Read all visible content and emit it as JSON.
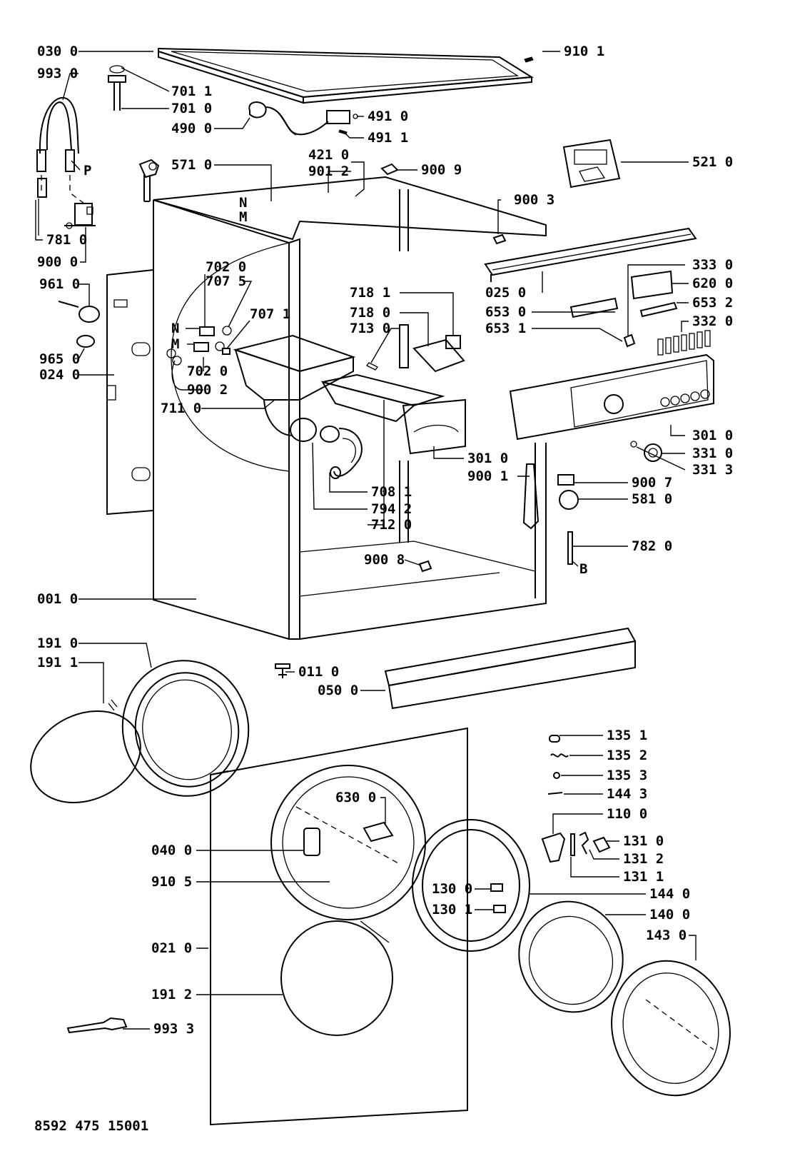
{
  "diagram": {
    "drawing_number": "8592 475 15001",
    "callouts": [
      {
        "id": "c-030-0",
        "label": "030 0"
      },
      {
        "id": "c-993-0",
        "label": "993 0"
      },
      {
        "id": "c-910-1",
        "label": "910 1"
      },
      {
        "id": "c-701-1",
        "label": "701 1"
      },
      {
        "id": "c-701-0",
        "label": "701 0"
      },
      {
        "id": "c-491-0",
        "label": "491 0"
      },
      {
        "id": "c-490-0",
        "label": "490 0"
      },
      {
        "id": "c-491-1",
        "label": "491 1"
      },
      {
        "id": "c-421-0",
        "label": "421 0"
      },
      {
        "id": "c-901-2",
        "label": "901 2"
      },
      {
        "id": "c-900-9",
        "label": "900 9"
      },
      {
        "id": "c-521-0",
        "label": "521 0"
      },
      {
        "id": "c-571-0",
        "label": "571 0"
      },
      {
        "id": "c-p",
        "label": "P"
      },
      {
        "id": "c-n1",
        "label": "N"
      },
      {
        "id": "c-m1",
        "label": "M"
      },
      {
        "id": "c-900-3",
        "label": "900 3"
      },
      {
        "id": "c-781-0",
        "label": "781 0"
      },
      {
        "id": "c-900-0",
        "label": "900 0"
      },
      {
        "id": "c-702-0a",
        "label": "702 0"
      },
      {
        "id": "c-707-5",
        "label": "707 5"
      },
      {
        "id": "c-333-0",
        "label": "333 0"
      },
      {
        "id": "c-620-0",
        "label": "620 0"
      },
      {
        "id": "c-961-0",
        "label": "961 0"
      },
      {
        "id": "c-718-1",
        "label": "718 1"
      },
      {
        "id": "c-025-0",
        "label": "025 0"
      },
      {
        "id": "c-653-2",
        "label": "653 2"
      },
      {
        "id": "c-707-1",
        "label": "707 1"
      },
      {
        "id": "c-718-0",
        "label": "718 0"
      },
      {
        "id": "c-653-0",
        "label": "653 0"
      },
      {
        "id": "c-332-0",
        "label": "332 0"
      },
      {
        "id": "c-n2",
        "label": "N"
      },
      {
        "id": "c-713-0",
        "label": "713 0"
      },
      {
        "id": "c-653-1",
        "label": "653 1"
      },
      {
        "id": "c-m2",
        "label": "M"
      },
      {
        "id": "c-965-0",
        "label": "965 0"
      },
      {
        "id": "c-024-0",
        "label": "024 0"
      },
      {
        "id": "c-702-0b",
        "label": "702 0"
      },
      {
        "id": "c-900-2",
        "label": "900 2"
      },
      {
        "id": "c-711-0",
        "label": "711 0"
      },
      {
        "id": "c-301-0a",
        "label": "301 0"
      },
      {
        "id": "c-331-0",
        "label": "331 0"
      },
      {
        "id": "c-301-0b",
        "label": "301 0"
      },
      {
        "id": "c-331-3",
        "label": "331 3"
      },
      {
        "id": "c-900-1",
        "label": "900 1"
      },
      {
        "id": "c-900-7",
        "label": "900 7"
      },
      {
        "id": "c-708-1",
        "label": "708 1"
      },
      {
        "id": "c-581-0",
        "label": "581 0"
      },
      {
        "id": "c-794-2",
        "label": "794 2"
      },
      {
        "id": "c-712-0",
        "label": "712 0"
      },
      {
        "id": "c-782-0",
        "label": "782 0"
      },
      {
        "id": "c-b",
        "label": "B"
      },
      {
        "id": "c-900-8",
        "label": "900 8"
      },
      {
        "id": "c-001-0",
        "label": "001 0"
      },
      {
        "id": "c-191-0",
        "label": "191 0"
      },
      {
        "id": "c-191-1",
        "label": "191 1"
      },
      {
        "id": "c-011-0",
        "label": "011 0"
      },
      {
        "id": "c-050-0",
        "label": "050 0"
      },
      {
        "id": "c-135-1",
        "label": "135 1"
      },
      {
        "id": "c-135-2",
        "label": "135 2"
      },
      {
        "id": "c-135-3",
        "label": "135 3"
      },
      {
        "id": "c-144-3",
        "label": "144 3"
      },
      {
        "id": "c-630-0",
        "label": "630 0"
      },
      {
        "id": "c-110-0",
        "label": "110 0"
      },
      {
        "id": "c-040-0",
        "label": "040 0"
      },
      {
        "id": "c-131-0",
        "label": "131 0"
      },
      {
        "id": "c-131-2",
        "label": "131 2"
      },
      {
        "id": "c-910-5",
        "label": "910 5"
      },
      {
        "id": "c-131-1",
        "label": "131 1"
      },
      {
        "id": "c-130-0",
        "label": "130 0"
      },
      {
        "id": "c-144-0",
        "label": "144 0"
      },
      {
        "id": "c-130-1",
        "label": "130 1"
      },
      {
        "id": "c-140-0",
        "label": "140 0"
      },
      {
        "id": "c-143-0",
        "label": "143 0"
      },
      {
        "id": "c-021-0",
        "label": "021 0"
      },
      {
        "id": "c-191-2",
        "label": "191 2"
      },
      {
        "id": "c-993-3",
        "label": "993 3"
      }
    ]
  }
}
